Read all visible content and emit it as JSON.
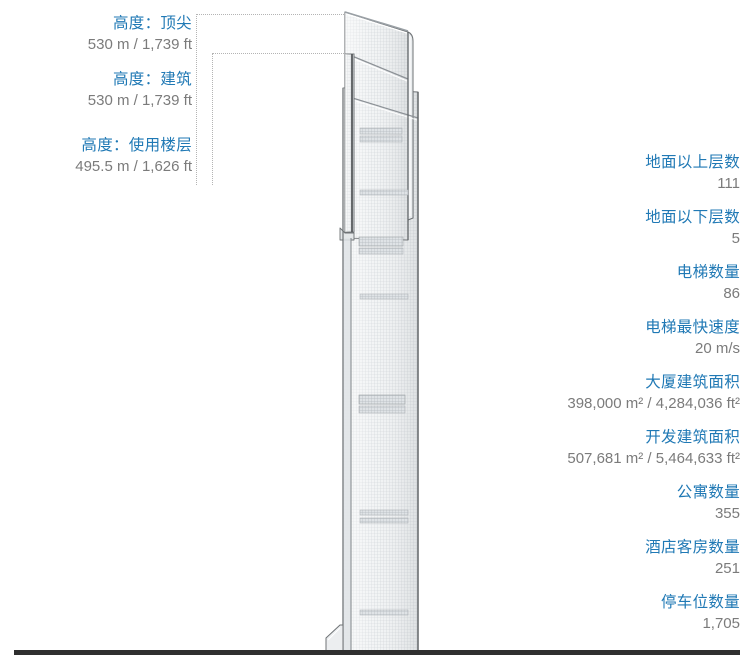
{
  "measurements": [
    {
      "label": "高度：顶尖",
      "value": "530 m / 1,739 ft",
      "name": "height-to-tip"
    },
    {
      "label": "高度：建筑",
      "value": "530 m / 1,739 ft",
      "name": "height-architectural"
    },
    {
      "label": "高度：使用楼层",
      "value": "495.5 m / 1,626 ft",
      "name": "height-occupied-floor"
    }
  ],
  "stats": [
    {
      "label": "地面以上层数",
      "value": "111",
      "name": "floors-above-ground"
    },
    {
      "label": "地面以下层数",
      "value": "5",
      "name": "floors-below-ground"
    },
    {
      "label": "电梯数量",
      "value": "86",
      "name": "number-of-elevators"
    },
    {
      "label": "电梯最快速度",
      "value": "20 m/s",
      "name": "top-elevator-speed"
    },
    {
      "label": "大厦建筑面积",
      "value": "398,000 m² / 4,284,036 ft²",
      "name": "tower-gfa"
    },
    {
      "label": "开发建筑面积",
      "value": "507,681 m² / 5,464,633 ft²",
      "name": "development-gfa"
    },
    {
      "label": "公寓数量",
      "value": "355",
      "name": "number-of-apartments"
    },
    {
      "label": "酒店客房数量",
      "value": "251",
      "name": "number-of-hotel-rooms"
    },
    {
      "label": "停车位数量",
      "value": "1,705",
      "name": "number-of-parking-spaces"
    }
  ],
  "colors": {
    "label_blue": "#2079b5",
    "value_gray": "#7b7b7b",
    "ground_dark": "#2f2f2f",
    "leader_dotted": "#b4b4b4",
    "building_fill": "#eef0f2",
    "building_stroke": "#6f7376"
  },
  "illustration": {
    "name": "skyscraper-elevation",
    "description": "建筑立面图"
  }
}
